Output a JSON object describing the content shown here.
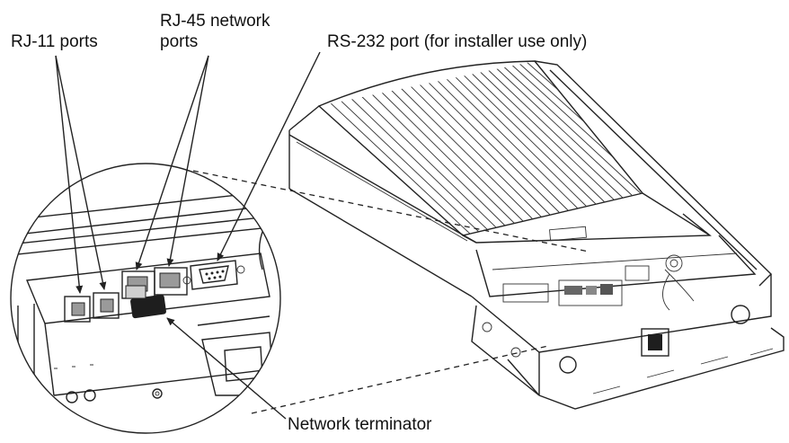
{
  "callouts": {
    "rj11": "RJ-11 ports",
    "rj45_line1": "RJ-45 network",
    "rj45_line2": "ports",
    "rs232": "RS-232 port (for installer use only)",
    "terminator": "Network terminator"
  },
  "colors": {
    "line": "#222222",
    "background": "#ffffff",
    "port_fill": "#9a9a9a",
    "dark_part": "#1e1e1e"
  }
}
